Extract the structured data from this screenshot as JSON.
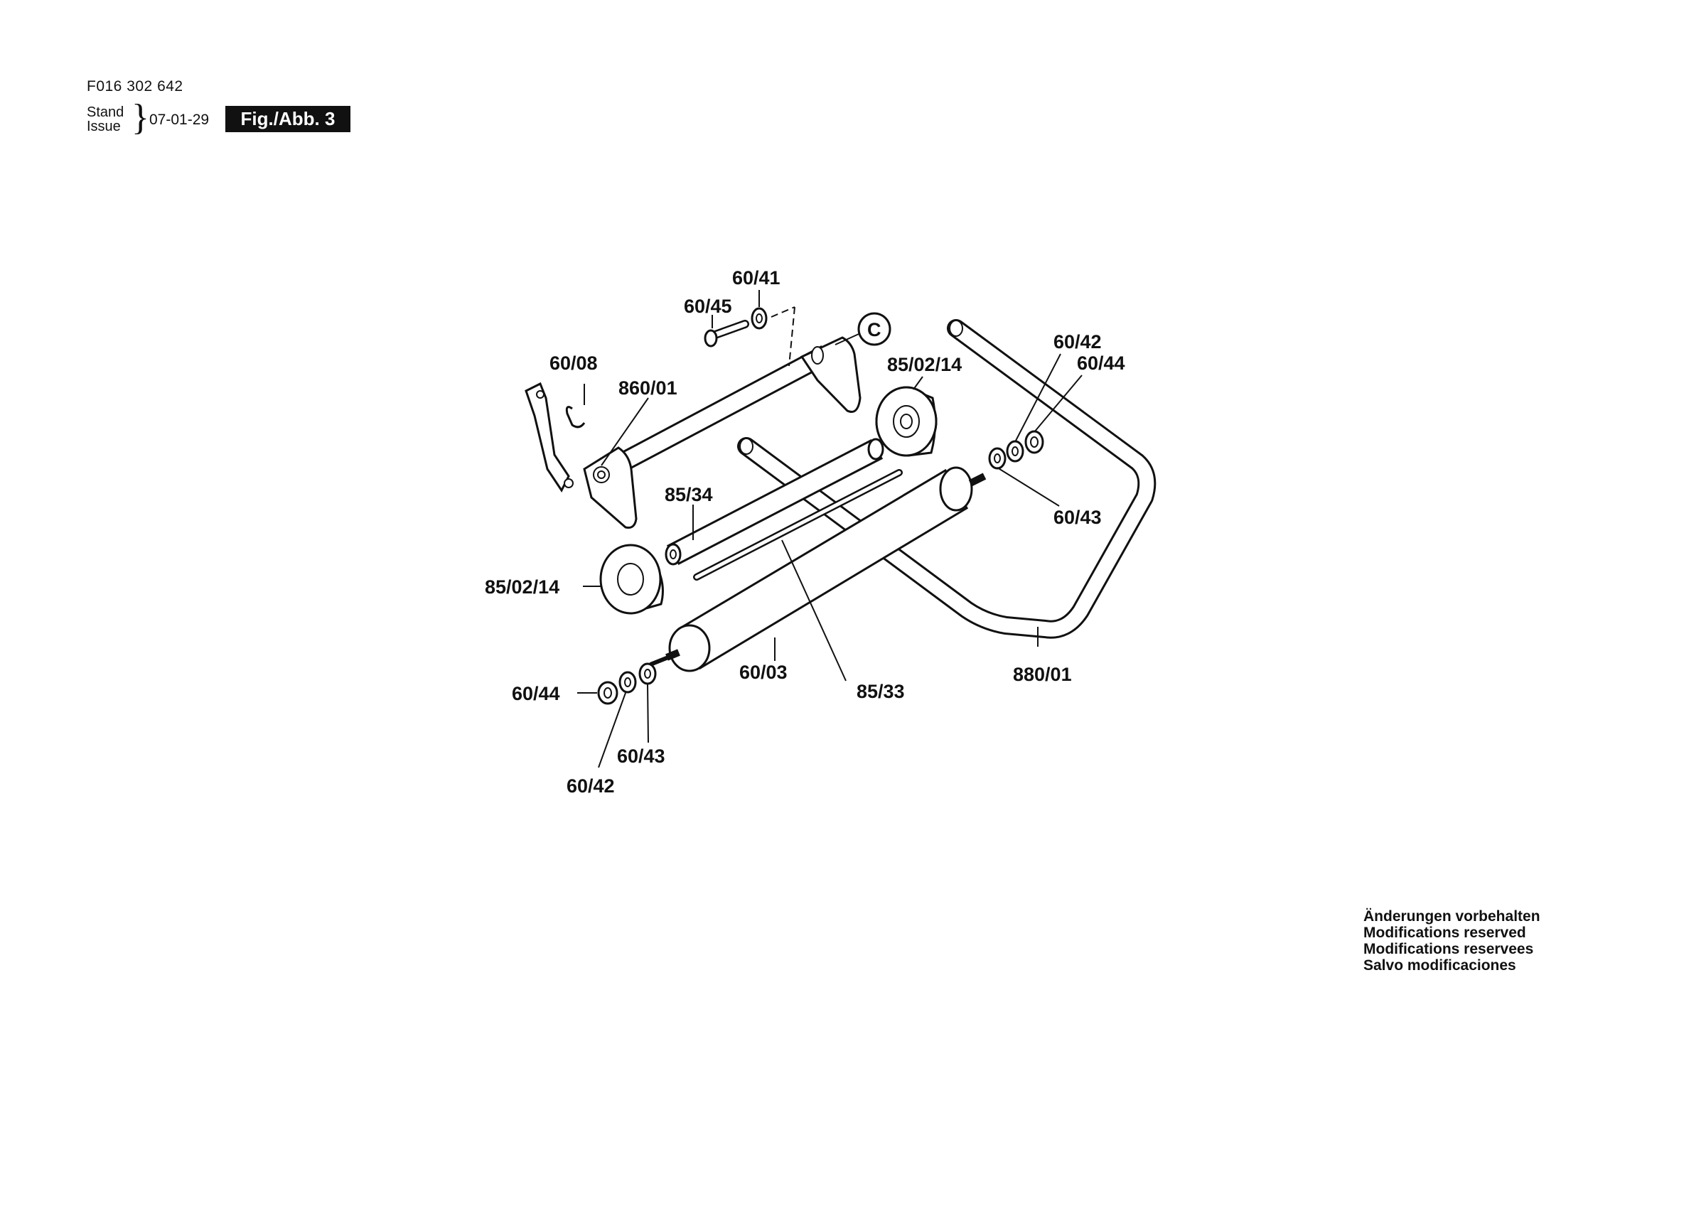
{
  "header": {
    "doc_number": "F016 302 642",
    "stand_label": "Stand",
    "issue_label": "Issue",
    "date": "07-01-29",
    "figure_label": "Fig./Abb. 3"
  },
  "callouts": {
    "c6041": "60/41",
    "c6045": "60/45",
    "c6008": "60/08",
    "c86001": "860/01",
    "cC": "C",
    "c850214a": "85/02/14",
    "c6042a": "60/42",
    "c6044a": "60/44",
    "c6043a": "60/43",
    "c8534": "85/34",
    "c850214b": "85/02/14",
    "c6003": "60/03",
    "c8533": "85/33",
    "c88001": "880/01",
    "c6044b": "60/44",
    "c6043b": "60/43",
    "c6042b": "60/42"
  },
  "notes": {
    "de": "Änderungen vorbehalten",
    "en": "Modifications reserved",
    "fr": "Modifications reservees",
    "es": "Salvo modificaciones"
  }
}
